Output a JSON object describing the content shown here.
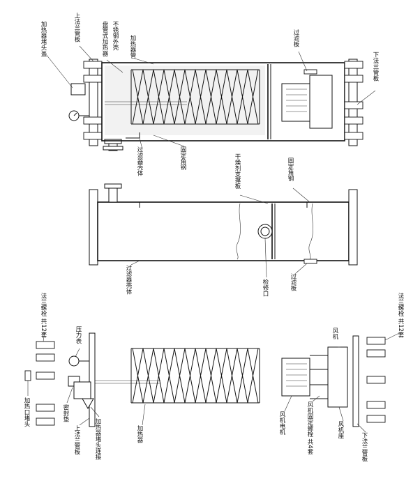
{
  "view_top": {
    "labels": {
      "heater_rod_stopper_cover": "加热器堵头盖",
      "upper_flange_tube_plate": "上法兰管板",
      "coil_tube_heater": "盘管式加热器",
      "stainless_steel_shell": "不锈钢外壳",
      "heater_bar_tube": "加热器管",
      "filter_shell_body": "过滤器壳体",
      "fixed_angle_steel": "固定角钢",
      "filter_plate": "过滤板",
      "lower_flange_tube_plate": "下法兰管板"
    }
  },
  "view_middle": {
    "labels": {
      "dry_filter_support": "干燥剂支撑板",
      "fixed_angle_steel": "固定角钢",
      "filter_shell_body": "过滤器壳体",
      "inspection_port": "检修口",
      "filter_plate": "过滤板"
    }
  },
  "view_bottom": {
    "labels": {
      "flange_bolts_top": "法兰螺栓 共12套",
      "pressure_gauge": "压力表",
      "heater_plug_head": "加热口堵头",
      "sealing_gasket": "密封垫",
      "upper_flange_tube_plate": "上法兰管板",
      "heater_stopper_connection": "加热器堵头连接",
      "heater_element": "加热器",
      "fan": "风机",
      "fan_fixing_bolts": "风机固定螺栓 共4套",
      "fan_motor": "风机电机",
      "fan_base": "风机座",
      "lower_flange_tube_plate": "下法兰管板",
      "flange_bolts_bottom": "法兰螺栓 共12套"
    }
  }
}
